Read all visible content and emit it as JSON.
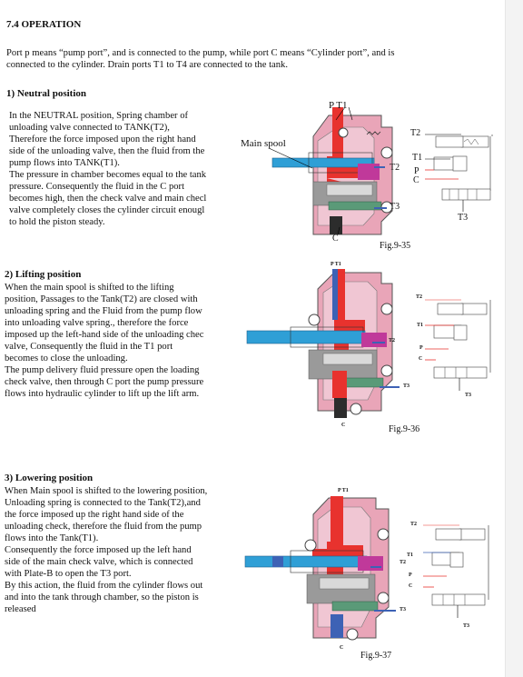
{
  "section_title": "7.4 OPERATION",
  "intro": "Port p means “pump port”, and is connected to the pump, while port C means “Cylinder port”, and is\nconnected to the cylinder. Drain ports T1 to T4 are connected to the tank.",
  "sections": [
    {
      "heading": "1) Neutral position",
      "body": "In the NEUTRAL position, Spring chamber of\nunloading valve connected to TANK(T2),\nTherefore the force imposed upon the right hand\nside of the unloading valve, then the fluid from the\npump flows into TANK(T1).\nThe pressure in chamber becomes equal to the tank\npressure. Consequently the fluid in the C port\nbecomes high, then the check valve and main checl\nvalve completely closes the cylinder circuit enougl\nto hold the piston steady.",
      "figure": "Fig.9-35"
    },
    {
      "heading": "2) Lifting position",
      "body": "When the main spool is shifted to the lifting\nposition, Passages to the Tank(T2) are closed with\nunloading spring and the Fluid from the pump flow\ninto unloading valve spring., therefore the force\nimposed up the left-hand side of the unloading chec\nvalve, Consequently the fluid in the T1 port\nbecomes to close the unloading.\nThe pump delivery fluid pressure open the loading\ncheck valve, then through C port the pump pressure\nflows into hydraulic cylinder to lift up the lift arm.",
      "figure": "Fig.9-36"
    },
    {
      "heading": "3) Lowering position",
      "body": "When Main spool is shifted to the lowering position,\nUnloading spring is connected to the Tank(T2),and\nthe force imposed up the right hand side of the\nunloading check, therefore the fluid from the pump\nflows into the Tank(T1).\nConsequently the force imposed up the left hand\nside of the main check valve, which is connected\nwith Plate-B to open the T3 port.\nBy this action, the fluid from the cylinder flows out\nand into the tank through chamber, so the piston is\nreleased",
      "figure": "Fig.9-37"
    }
  ],
  "labels": {
    "fig1": {
      "pt1": "P T1",
      "main_spool": "Main spool",
      "t2_top": "T2",
      "t2_mid": "T2",
      "t1": "T1",
      "p": "P",
      "c": "C",
      "t3_mid": "T3",
      "t3_right": "T3",
      "c_bottom": "C"
    },
    "fig2": {
      "pt1": "P  T1",
      "t2_top": "T2",
      "t2_mid": "T2",
      "t1": "T1",
      "p": "P",
      "c": "C",
      "t3_mid": "T3",
      "t3_right": "T3",
      "c_bottom": "C"
    },
    "fig3": {
      "pt1": "P  T1",
      "t2_top": "T2",
      "t2_mid": "T2",
      "t1": "T1",
      "p": "P",
      "c": "C",
      "t3_mid": "T3",
      "t3_right": "T3",
      "c_bottom": "C"
    }
  },
  "colors": {
    "pressure_red": "#e8322e",
    "spool_blue": "#2f9fd6",
    "tank_blue": "#3d62b5",
    "body_pink": "#e9a5b8",
    "check_green": "#5a9a78",
    "magenta": "#c0399a",
    "gray": "#7d7d7d"
  }
}
